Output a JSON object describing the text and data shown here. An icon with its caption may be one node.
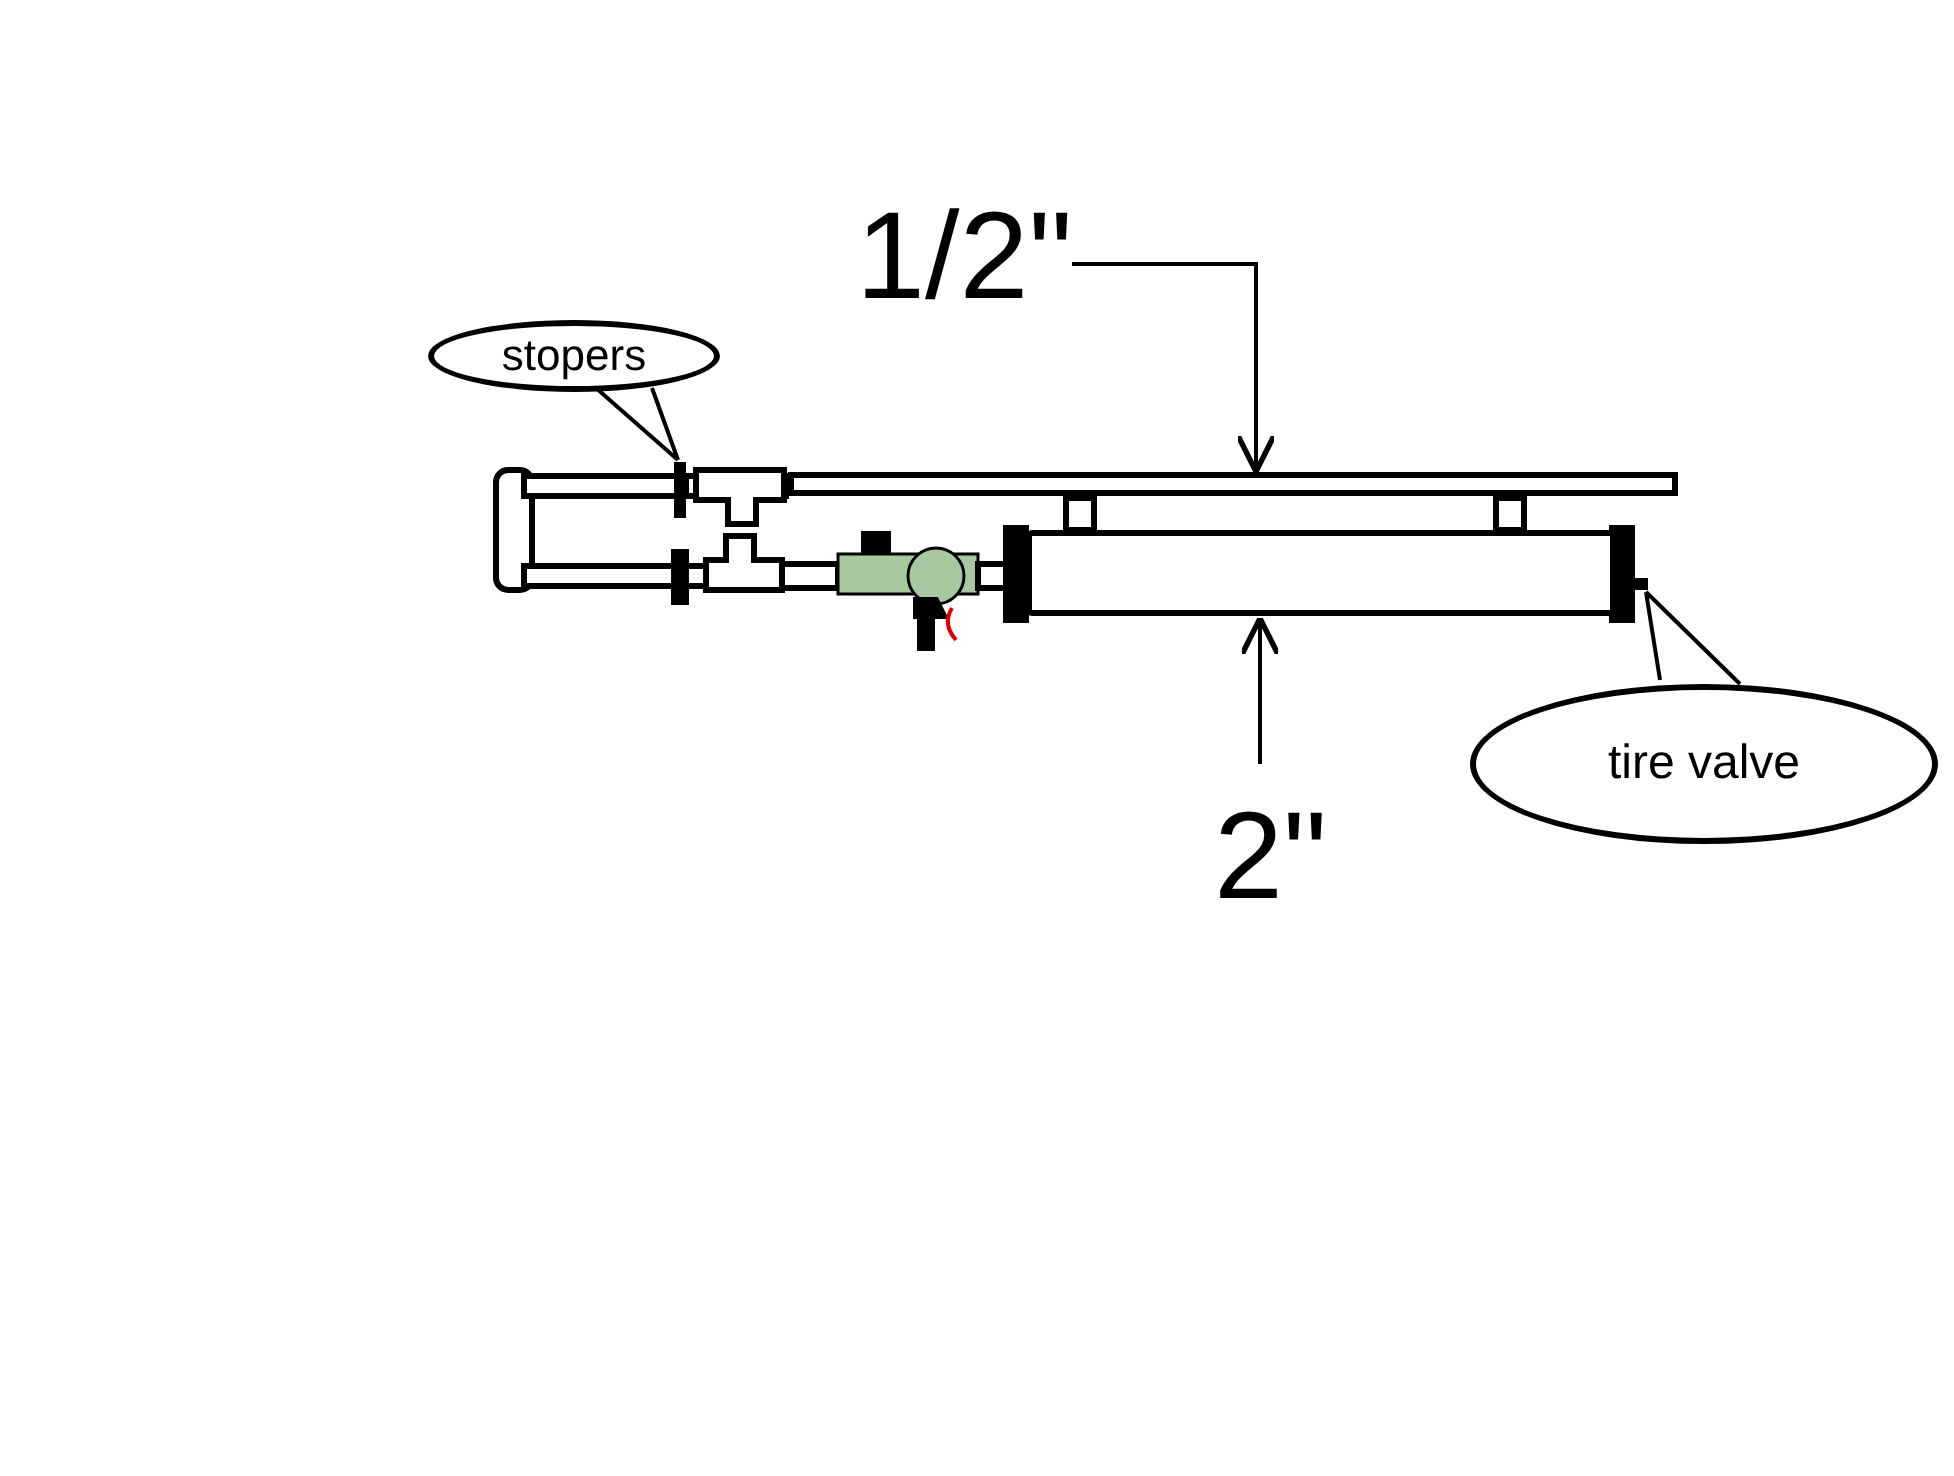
{
  "diagram": {
    "nodes": [
      {
        "text": [
          "1/2\""
        ]
      },
      {
        "text": [
          "stopers"
        ]
      },
      {
        "text": [
          "tire valve"
        ]
      },
      {
        "text": [
          "2\""
        ]
      },
      {
        "text": [],
        "shape": "bar"
      },
      {
        "text": [],
        "shape": "bar"
      },
      {
        "text": [],
        "shape": "cylinder"
      },
      {
        "text": [],
        "shape": "bar"
      }
    ],
    "edges": [
      {
        "from": 0,
        "to": 5,
        "arrow": "to"
      },
      {
        "from": 1,
        "to": 4,
        "arrow": "none"
      },
      {
        "from": 3,
        "to": 6,
        "arrow": "to"
      },
      {
        "from": 2,
        "to": 7,
        "arrow": "none"
      }
    ]
  }
}
